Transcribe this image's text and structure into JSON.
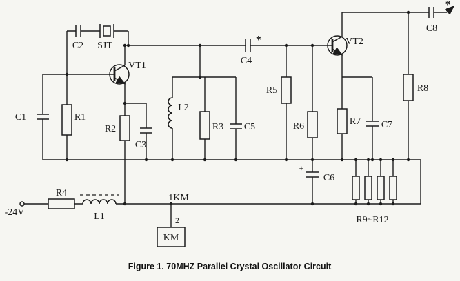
{
  "figure_caption": "Figure 1. 70MHZ Parallel Crystal Oscillator Circuit",
  "components": {
    "c1": "C1",
    "r1": "R1",
    "c2": "C2",
    "sjt": "SJT",
    "vt1": "VT1",
    "r2": "R2",
    "c3": "C3",
    "l2": "L2",
    "r3": "R3",
    "c5": "C5",
    "c4": "C4",
    "c4_star": "*",
    "r5": "R5",
    "r6": "R6",
    "vt2": "VT2",
    "r7": "R7",
    "c7": "C7",
    "r8": "R8",
    "c6": "C6",
    "c6_polarity": "+",
    "c8": "C8",
    "c8_star": "*",
    "supply": "-24V",
    "r4": "R4",
    "l1": "L1",
    "relay_contact": "1KM",
    "relay_pin": "2",
    "relay": "KM",
    "r9_r12": "R9~R12"
  },
  "colors": {
    "ink": "#1c1c1c",
    "paper": "#f6f6f2"
  }
}
